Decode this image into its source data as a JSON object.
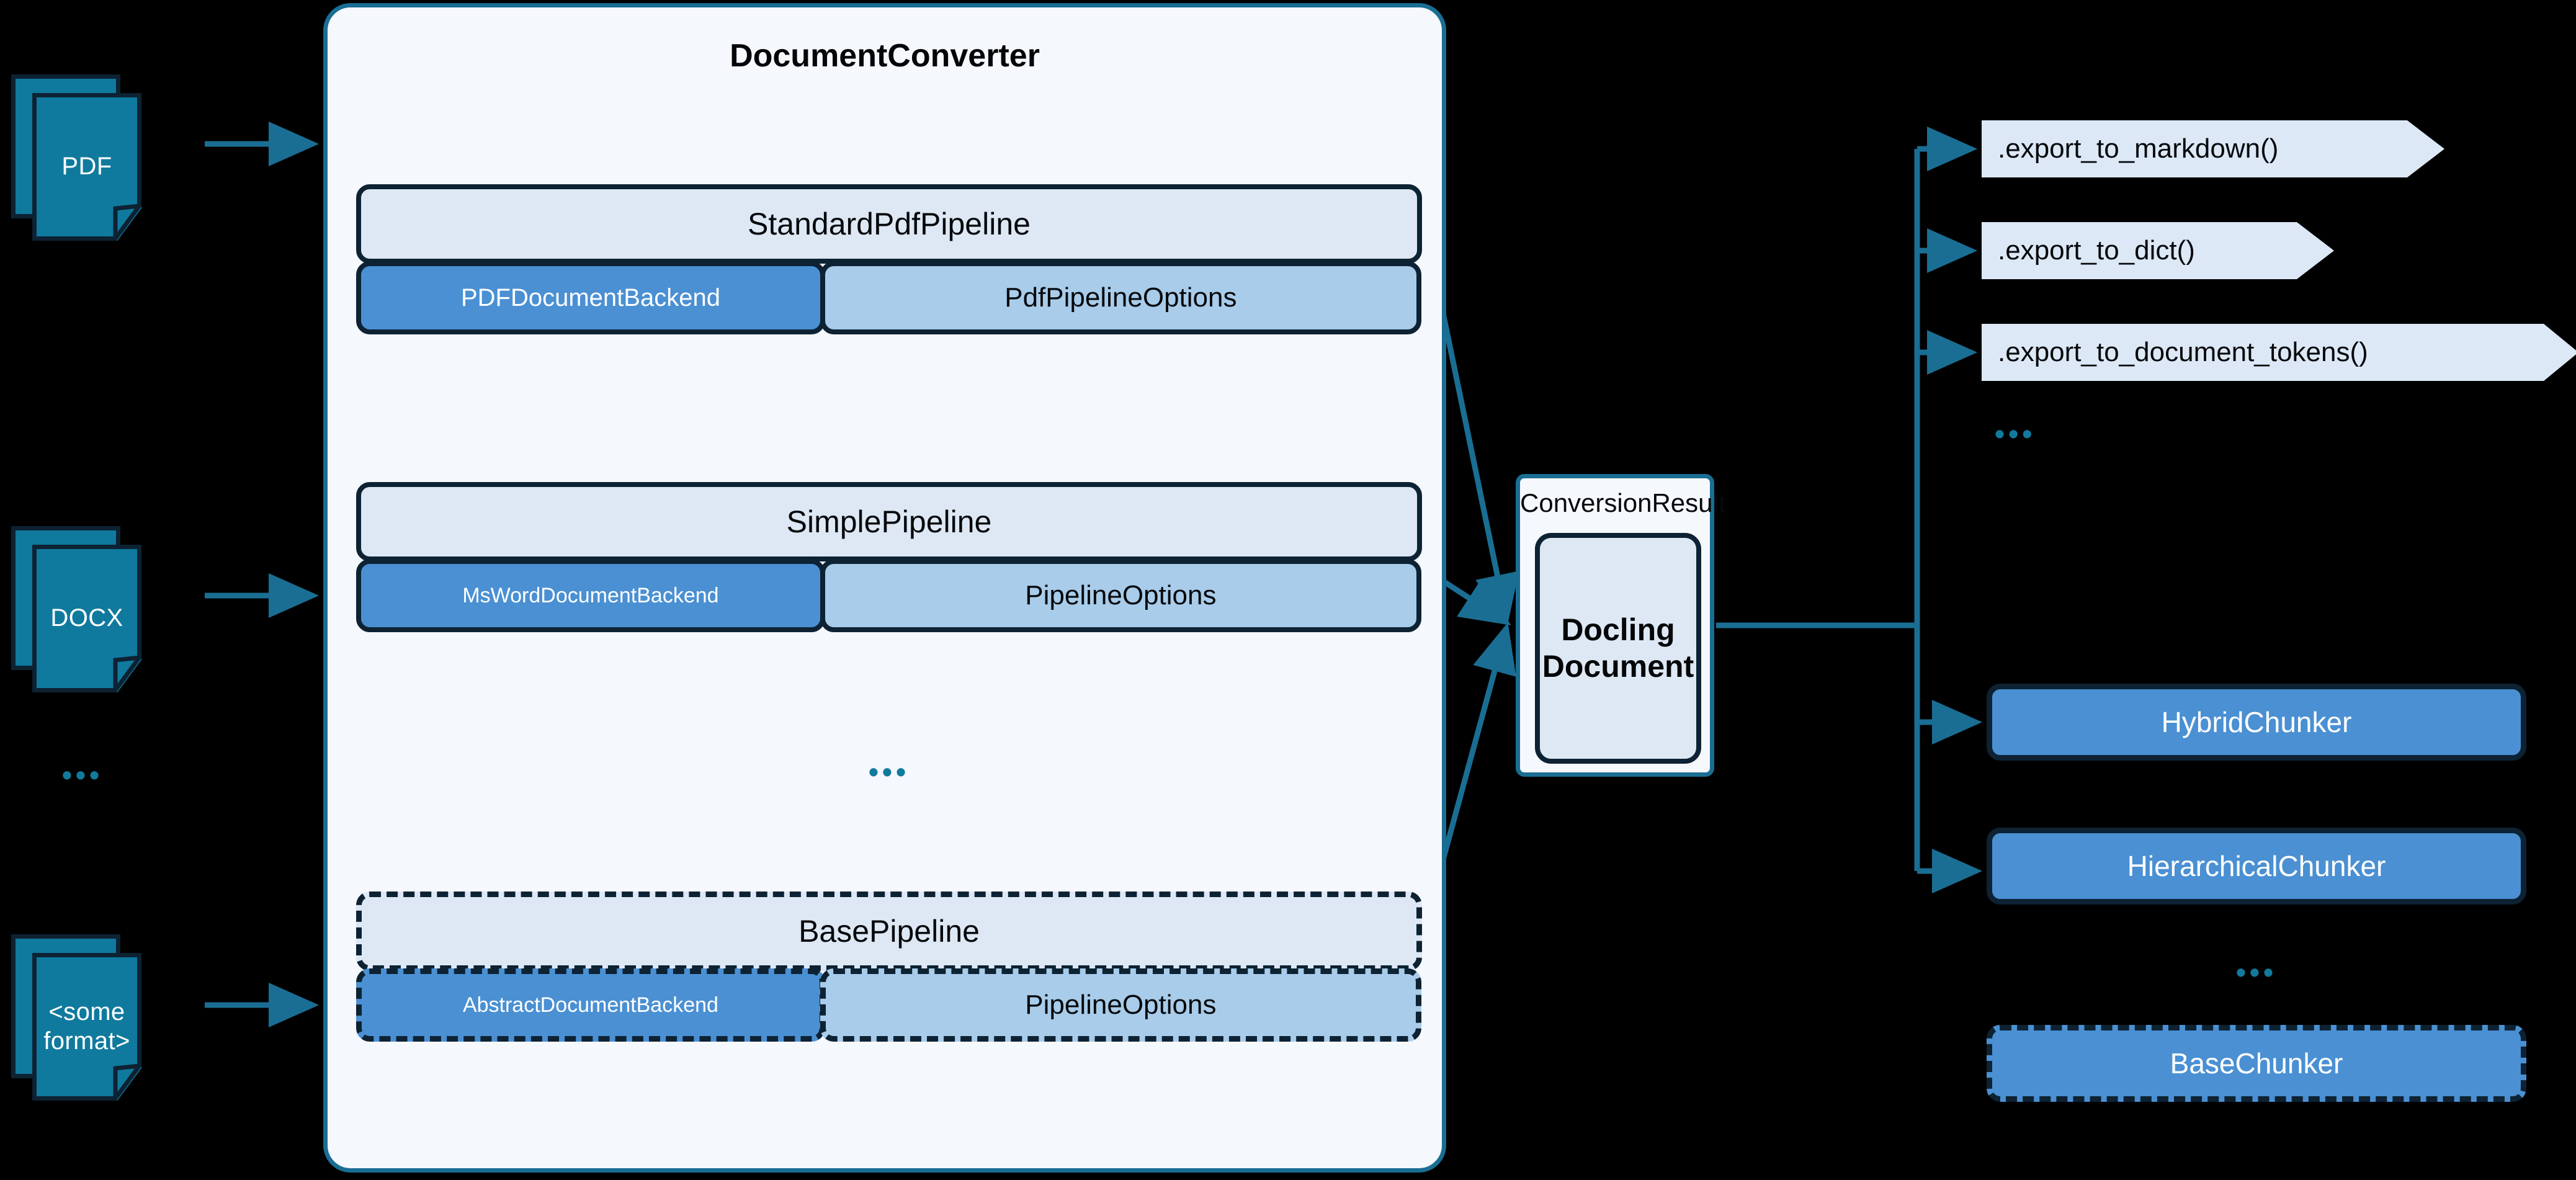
{
  "colors": {
    "background": "#000000",
    "doc_icon_fill": "#0f7a9e",
    "doc_icon_border": "#0d2233",
    "container_fill": "#f5f8fd",
    "container_border": "#1a6e93",
    "pipeline_header_fill": "#dde8f4",
    "backend_fill": "#4a90d3",
    "options_fill": "#a8ccea",
    "export_fill": "#dce8f6",
    "connector": "#1a6e93",
    "dots": "#127a9c",
    "text_dark": "#06080b",
    "text_light": "#ffffff"
  },
  "inputs": {
    "documents": [
      {
        "label": "PDF",
        "lines": [
          "PDF"
        ]
      },
      {
        "label": "DOCX",
        "lines": [
          "DOCX"
        ]
      },
      {
        "label": "<some format>",
        "lines": [
          "<some",
          "format>"
        ]
      }
    ],
    "ellipsis": "•••"
  },
  "converter": {
    "title": "DocumentConverter",
    "ellipsis": "•••",
    "pipelines": [
      {
        "name": "StandardPdfPipeline",
        "backend": "PDFDocumentBackend",
        "options": "PdfPipelineOptions",
        "abstract": false,
        "backend_small": false
      },
      {
        "name": "SimplePipeline",
        "backend": "MsWordDocumentBackend",
        "options": "PipelineOptions",
        "abstract": false,
        "backend_small": true
      },
      {
        "name": "BasePipeline",
        "backend": "AbstractDocumentBackend",
        "options": "PipelineOptions",
        "abstract": true,
        "backend_small": true
      }
    ]
  },
  "result": {
    "label": "ConversionResult",
    "document_lines": [
      "Docling",
      "Document"
    ]
  },
  "outputs": {
    "exports": [
      {
        "label": ".export_to_markdown()"
      },
      {
        "label": ".export_to_dict()"
      },
      {
        "label": ".export_to_document_tokens()"
      }
    ],
    "exports_ellipsis": "•••",
    "chunkers": [
      {
        "label": "HybridChunker",
        "abstract": false
      },
      {
        "label": "HierarchicalChunker",
        "abstract": false
      },
      {
        "label": "BaseChunker",
        "abstract": true
      }
    ],
    "chunkers_ellipsis": "•••"
  }
}
